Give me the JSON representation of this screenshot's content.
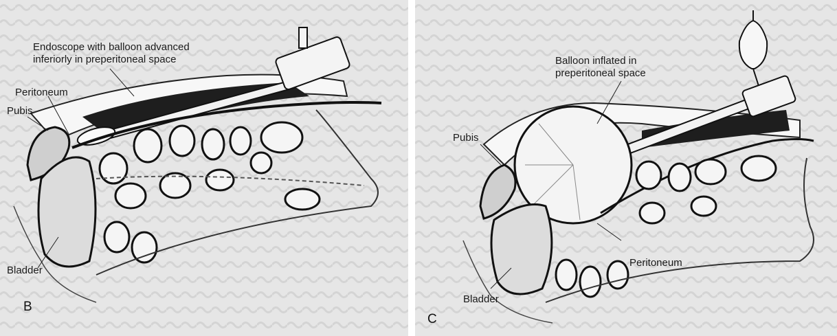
{
  "panels": [
    {
      "letter": "B",
      "labels": {
        "endoscope_line1": "Endoscope with balloon advanced",
        "endoscope_line2": "inferiorly in preperitoneal space",
        "peritoneum": "Peritoneum",
        "pubis": "Pubis",
        "bladder": "Bladder"
      }
    },
    {
      "letter": "C",
      "labels": {
        "balloon_line1": "Balloon inflated in",
        "balloon_line2": "preperitoneal space",
        "pubis": "Pubis",
        "peritoneum": "Peritoneum",
        "bladder": "Bladder"
      }
    }
  ]
}
